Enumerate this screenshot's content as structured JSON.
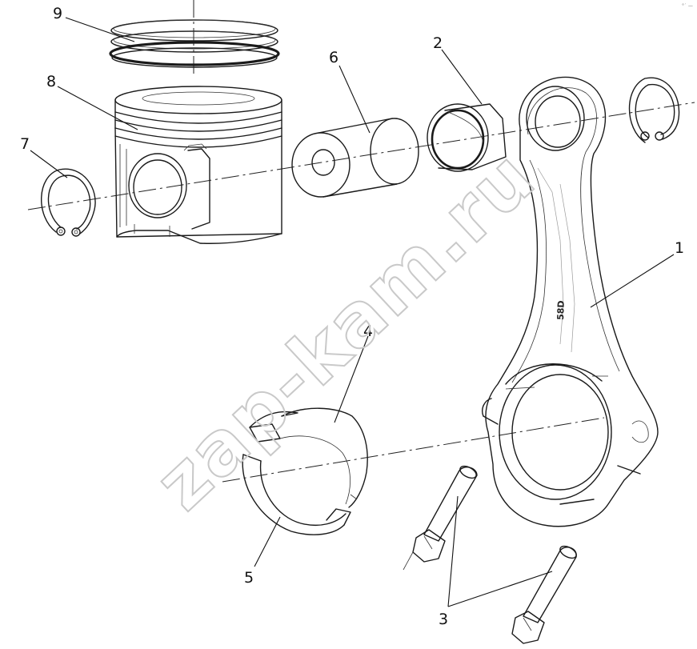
{
  "callouts": [
    {
      "id": "part-1",
      "label": "1"
    },
    {
      "id": "part-2",
      "label": "2"
    },
    {
      "id": "part-3",
      "label": "3"
    },
    {
      "id": "part-4",
      "label": "4"
    },
    {
      "id": "part-5",
      "label": "5"
    },
    {
      "id": "part-6",
      "label": "6"
    },
    {
      "id": "part-7",
      "label": "7"
    },
    {
      "id": "part-8",
      "label": "8"
    },
    {
      "id": "part-9",
      "label": "9"
    }
  ],
  "watermark": "zap-kam.ru",
  "rod_stamp": "58D",
  "corner_mark": "°˙ —"
}
